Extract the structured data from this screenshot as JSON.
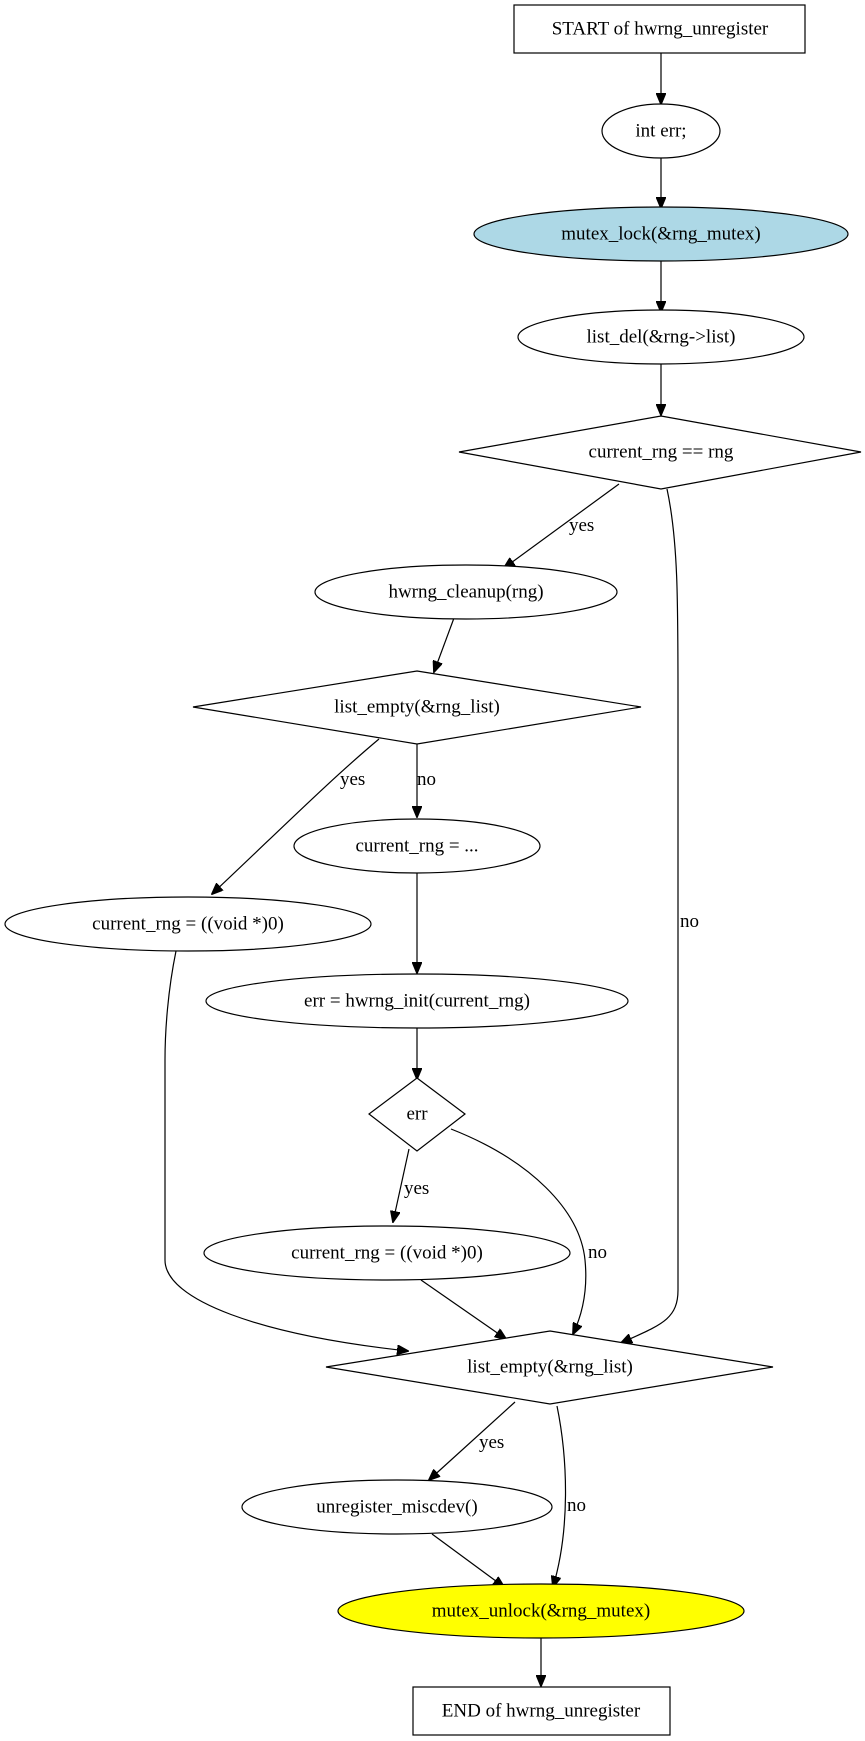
{
  "nodes": {
    "start": "START of hwrng_unregister",
    "decl_err": "int err;",
    "mutex_lock": "mutex_lock(&rng_mutex)",
    "list_del": "list_del(&rng->list)",
    "cond_current_rng": "current_rng == rng",
    "cleanup": "hwrng_cleanup(rng)",
    "cond_list_empty_1": "list_empty(&rng_list)",
    "assign_current": "current_rng = ...",
    "assign_null_1": "current_rng = ((void *)0)",
    "hwrng_init": "err = hwrng_init(current_rng)",
    "cond_err": "err",
    "assign_null_2": "current_rng = ((void *)0)",
    "cond_list_empty_2": "list_empty(&rng_list)",
    "unregister": "unregister_miscdev()",
    "mutex_unlock": "mutex_unlock(&rng_mutex)",
    "end": "END of hwrng_unregister"
  },
  "edge_labels": {
    "current_rng_yes": "yes",
    "current_rng_no": "no",
    "list_empty_1_yes": "yes",
    "list_empty_1_no": "no",
    "err_yes": "yes",
    "err_no": "no",
    "list_empty_2_yes": "yes",
    "list_empty_2_no": "no"
  },
  "colors": {
    "mutex_lock_fill": "#add8e6",
    "mutex_unlock_fill": "#ffff00",
    "default_fill": "#ffffff",
    "stroke": "#000000"
  }
}
